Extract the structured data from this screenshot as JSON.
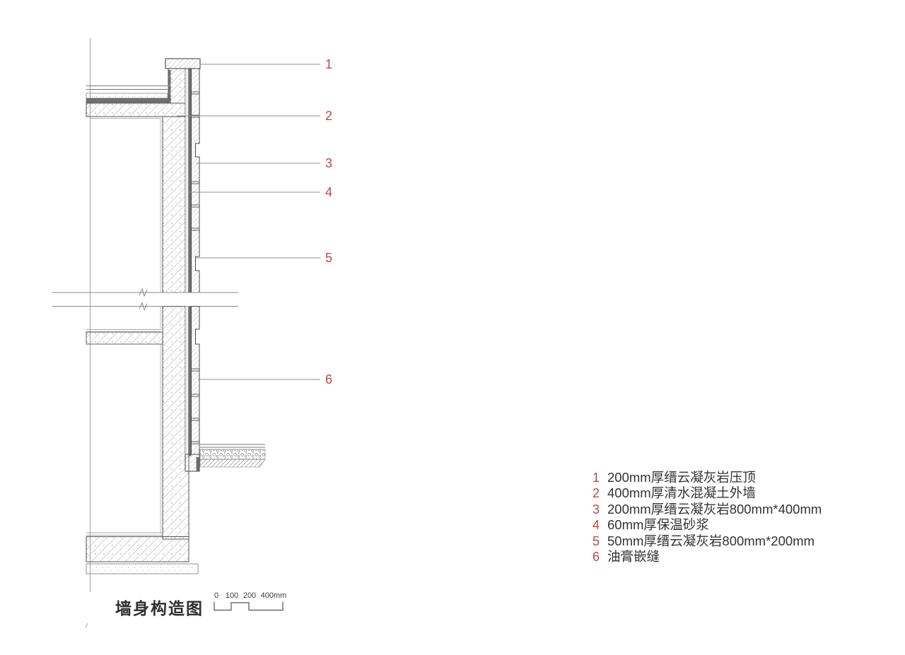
{
  "drawing": {
    "title": "墙身构造图"
  },
  "callouts": [
    "1",
    "2",
    "3",
    "4",
    "5",
    "6"
  ],
  "legend": {
    "items": [
      {
        "num": "1",
        "text": "200mm厚缙云凝灰岩压顶"
      },
      {
        "num": "2",
        "text": "400mm厚清水混凝土外墙"
      },
      {
        "num": "3",
        "text": "200mm厚缙云凝灰岩800mm*400mm"
      },
      {
        "num": "4",
        "text": "60mm厚保温砂浆"
      },
      {
        "num": "5",
        "text": "50mm厚缙云凝灰岩800mm*200mm"
      },
      {
        "num": "6",
        "text": "油膏嵌缝"
      }
    ]
  },
  "scale_bar": {
    "labels": [
      "0",
      "100",
      "200",
      "400mm"
    ]
  },
  "colors": {
    "accent_red": "#c2493c",
    "line_dark": "#4a4a4a",
    "line_gray": "#909090",
    "fill_dark_band": "#6f6f6f"
  }
}
